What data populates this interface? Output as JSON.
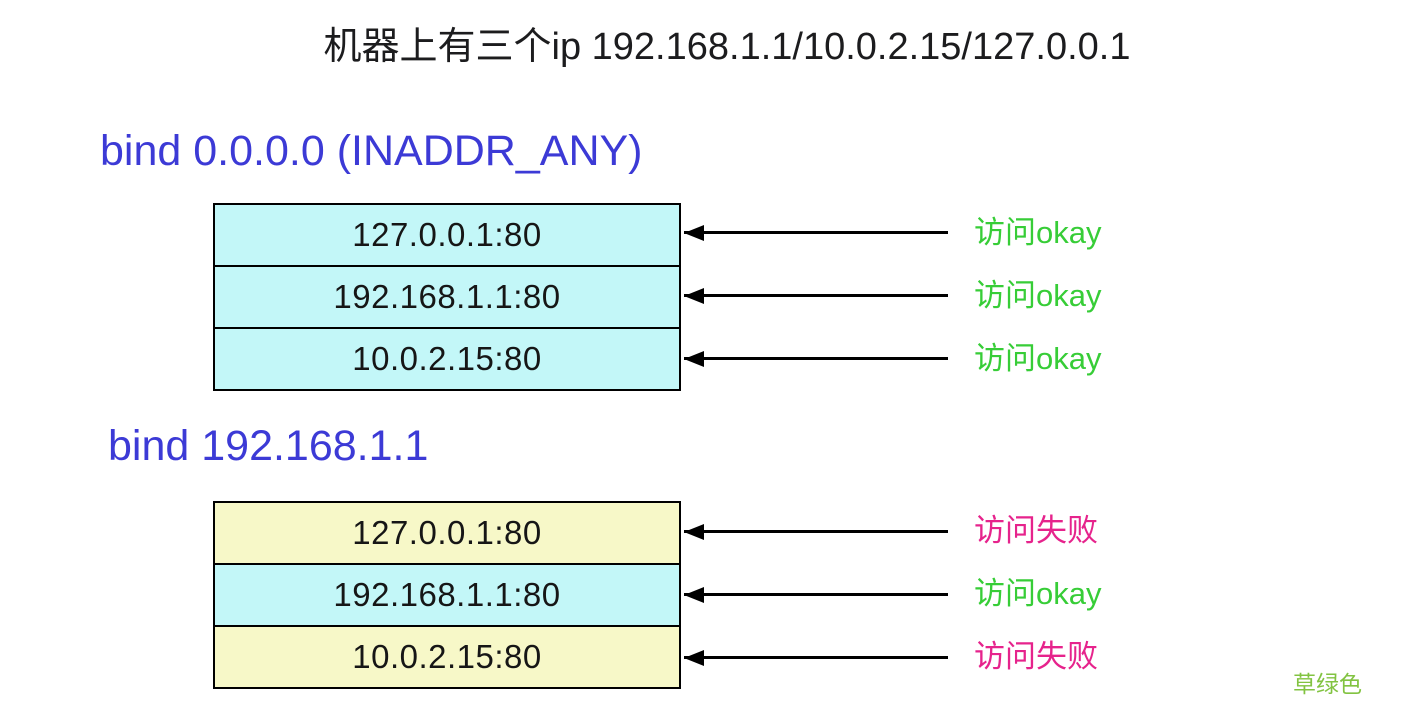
{
  "title": "机器上有三个ip 192.168.1.1/10.0.2.15/127.0.0.1",
  "colors": {
    "title_black": "#1c1c1e",
    "heading_blue": "#3c3ad6",
    "ok_green": "#37cd37",
    "fail_pink": "#e6238c",
    "box_cyan": "#c3f7f8",
    "box_yellow": "#f7f8c8",
    "note_green": "#82c341",
    "arrow_black": "#000000"
  },
  "sections": [
    {
      "heading": "bind 0.0.0.0 (INADDR_ANY)",
      "rows": [
        {
          "address": "127.0.0.1:80",
          "fill": "#c3f7f8",
          "result": "访问okay",
          "result_color": "#37cd37"
        },
        {
          "address": "192.168.1.1:80",
          "fill": "#c3f7f8",
          "result": "访问okay",
          "result_color": "#37cd37"
        },
        {
          "address": "10.0.2.15:80",
          "fill": "#c3f7f8",
          "result": "访问okay",
          "result_color": "#37cd37"
        }
      ]
    },
    {
      "heading": "bind 192.168.1.1",
      "rows": [
        {
          "address": "127.0.0.1:80",
          "fill": "#f7f8c8",
          "result": "访问失败",
          "result_color": "#e6238c"
        },
        {
          "address": "192.168.1.1:80",
          "fill": "#c3f7f8",
          "result": "访问okay",
          "result_color": "#37cd37"
        },
        {
          "address": "10.0.2.15:80",
          "fill": "#f7f8c8",
          "result": "访问失败",
          "result_color": "#e6238c"
        }
      ]
    }
  ],
  "footnote": "草绿色"
}
